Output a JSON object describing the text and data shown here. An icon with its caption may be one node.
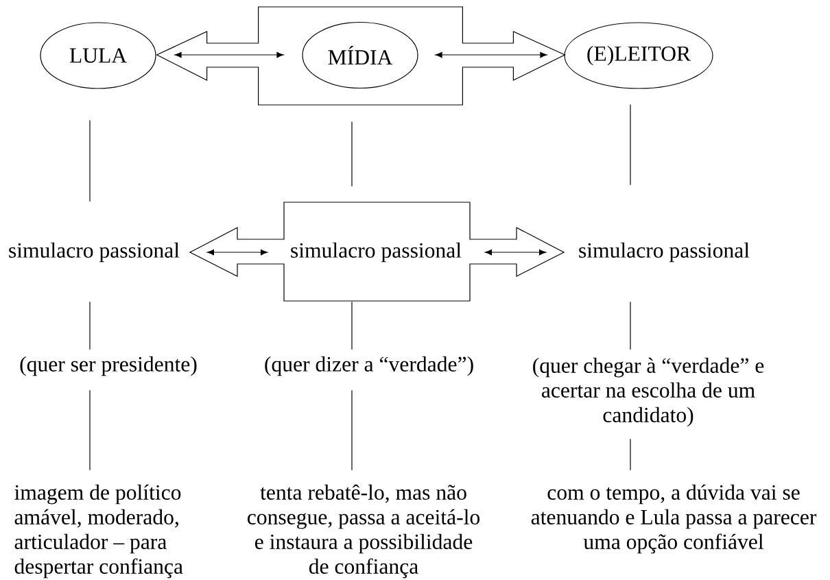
{
  "diagram": {
    "nodes": [
      {
        "text": [
          "LULA"
        ]
      },
      {
        "text": [
          "MÍDIA"
        ]
      },
      {
        "text": [
          "(E)LEITOR"
        ]
      },
      {
        "text": [
          "simulacro passional"
        ]
      },
      {
        "text": [
          "simulacro passional"
        ]
      },
      {
        "text": [
          "simulacro passional"
        ]
      },
      {
        "text": [
          "(quer ser presidente)"
        ]
      },
      {
        "text": [
          "(quer dizer a “verdade”)"
        ]
      },
      {
        "text": [
          "(quer chegar à “verdade” e acertar na escolha de um candidato)"
        ]
      },
      {
        "text": [
          "imagem de político amável, moderado, articulador – para despertar confiança"
        ]
      },
      {
        "text": [
          "tenta rebatê-lo, mas não consegue, passa a aceitá-lo e instaura a possibilidade de confiança"
        ]
      },
      {
        "text": [
          "com o tempo, a dúvida vai se atenuando e Lula passa a parecer uma opção confiável"
        ]
      }
    ],
    "edges": [
      {
        "from": 0,
        "to": 1,
        "arrow": "both"
      },
      {
        "from": 1,
        "to": 2,
        "arrow": "both"
      },
      {
        "from": 0,
        "to": 2,
        "arrow": "both",
        "style": "thick"
      },
      {
        "from": 3,
        "to": 4,
        "arrow": "both"
      },
      {
        "from": 4,
        "to": 5,
        "arrow": "both"
      },
      {
        "from": 3,
        "to": 5,
        "arrow": "both",
        "style": "thick"
      },
      {
        "from": 0,
        "to": 3,
        "arrow": "none"
      },
      {
        "from": 1,
        "to": 4,
        "arrow": "none"
      },
      {
        "from": 2,
        "to": 5,
        "arrow": "none"
      },
      {
        "from": 3,
        "to": 6,
        "arrow": "none"
      },
      {
        "from": 4,
        "to": 7,
        "arrow": "none"
      },
      {
        "from": 5,
        "to": 8,
        "arrow": "none"
      },
      {
        "from": 6,
        "to": 9,
        "arrow": "none"
      },
      {
        "from": 7,
        "to": 10,
        "arrow": "none"
      },
      {
        "from": 8,
        "to": 11,
        "arrow": "none"
      }
    ]
  }
}
